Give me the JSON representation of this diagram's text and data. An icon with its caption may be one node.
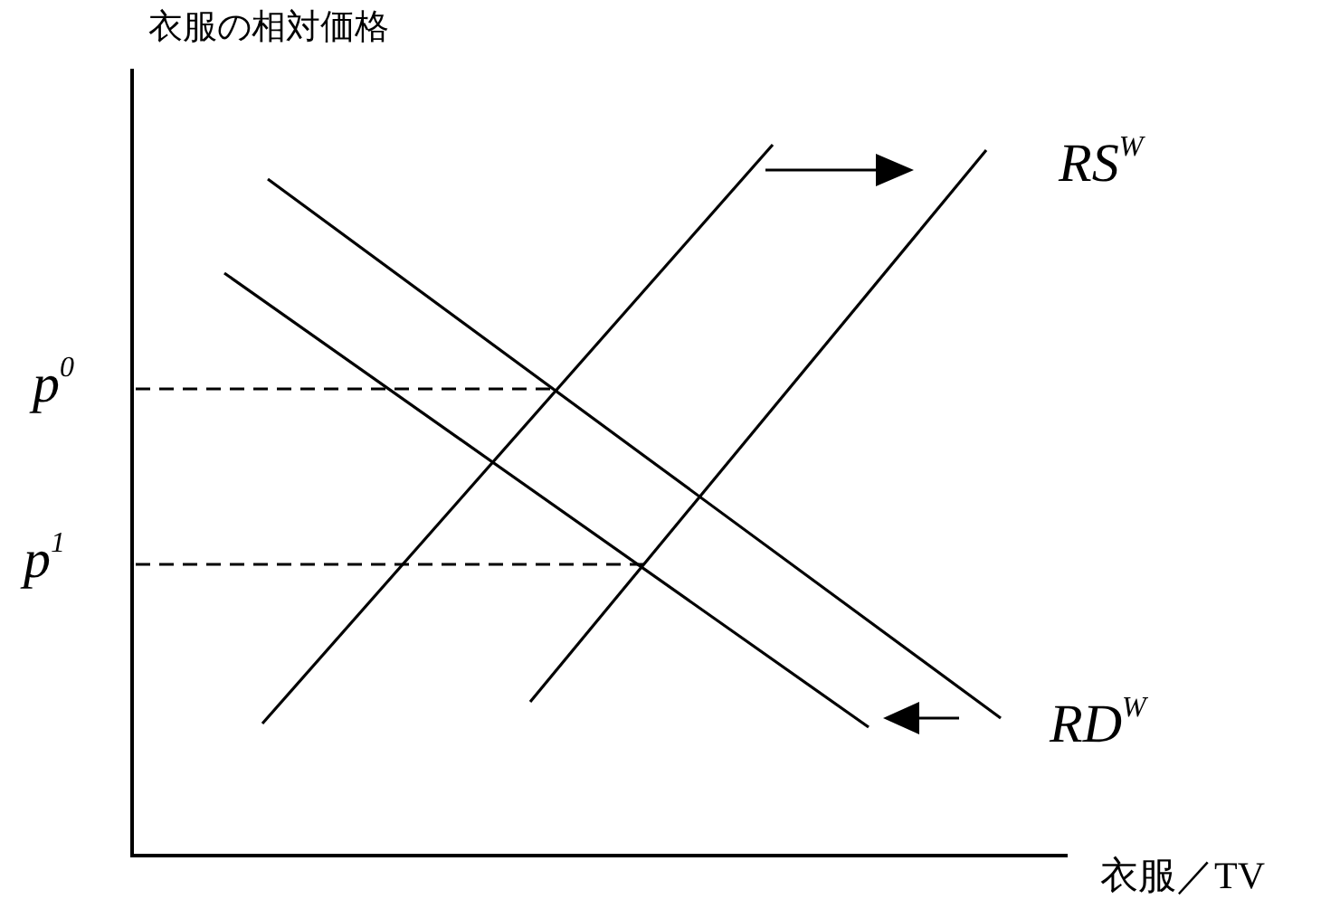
{
  "diagram": {
    "labels": [
      "衣服の相対価格",
      "RS$^{W}$",
      "p$^{0}$",
      "p$^{1}$",
      "RD$^{W}$",
      "衣服／TV"
    ]
  }
}
